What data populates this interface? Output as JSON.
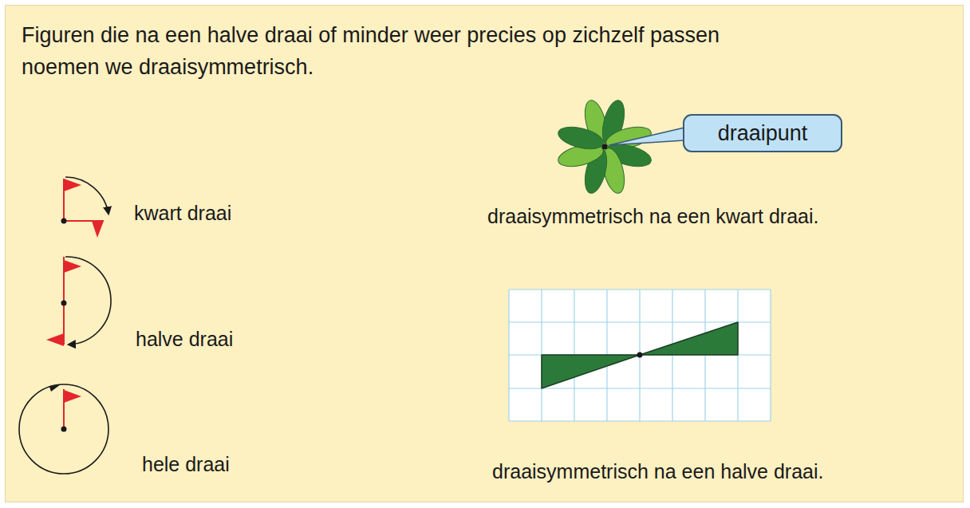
{
  "diagram": {
    "title": "Figuren die na een halve draai of minder weer precies op zichzelf passen noemen we draaisymmetrisch.",
    "nodes": [
      {
        "text": [
          "draaipunt"
        ]
      }
    ],
    "labels": [
      "kwart draai",
      "halve draai",
      "hele draai",
      "draaisymmetrisch na een kwart draai.",
      "draaisymmetrisch na een halve draai."
    ]
  }
}
